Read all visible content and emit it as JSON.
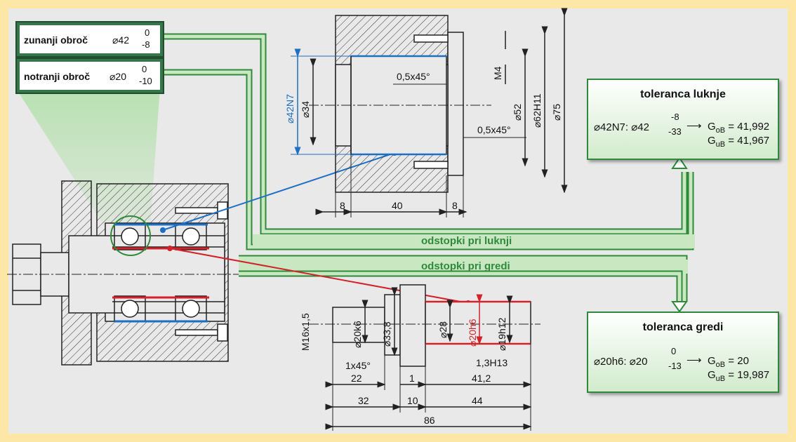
{
  "labels": {
    "outer_ring": {
      "text": "zunanji obroč",
      "dim": "⌀42",
      "upper": "0",
      "lower": "-8"
    },
    "inner_ring": {
      "text": "notranji obroč",
      "dim": "⌀20",
      "upper": "0",
      "lower": "-10"
    }
  },
  "flows": {
    "hole": "odstopki pri luknji",
    "shaft": "odstopki pri gredi"
  },
  "tolerance_hole": {
    "title": "toleranca luknje",
    "fit": "⌀42N7: ⌀42",
    "upper": "-8",
    "lower": "-33",
    "g_upper": "41,992",
    "g_lower": "41,967"
  },
  "tolerance_shaft": {
    "title": "toleranca gredi",
    "fit": "⌀20h6: ⌀20",
    "upper": "0",
    "lower": "-13",
    "g_upper": "20",
    "g_lower": "19,987"
  },
  "housing_dims": {
    "d42n7": "⌀42N7",
    "d34": "⌀34",
    "chamfer1": "0,5x45°",
    "chamfer2": "0,5x45°",
    "m4": "M4",
    "d52": "⌀52",
    "d62h11": "⌀62H11",
    "d75": "⌀75",
    "w8a": "8",
    "w40": "40",
    "w8b": "8"
  },
  "shaft_dims": {
    "m16": "M16x1,5",
    "d20k6": "⌀20k6",
    "d33_8": "⌀33,8",
    "d28": "⌀28",
    "d20h6": "⌀20h6",
    "d19h12": "⌀19h12",
    "chamfer": "1x45°",
    "groove": "1,3H13",
    "l22": "22",
    "l1": "1",
    "l41_2": "41,2",
    "l32": "32",
    "l10": "10",
    "l44": "44",
    "l86": "86"
  },
  "colors": {
    "green": "#2e8a3a",
    "blue": "#1c6fc4",
    "red": "#d2232a",
    "flow_fill": "#c9e8c2"
  }
}
